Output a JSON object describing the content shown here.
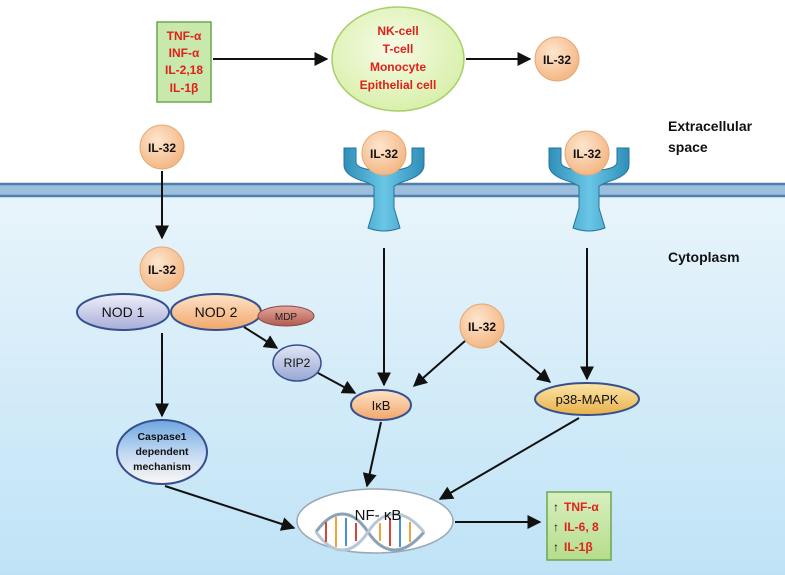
{
  "input_cytokines": [
    "TNF-α",
    "INF-α",
    "IL-2,18",
    "IL-1β"
  ],
  "cell_types": [
    "NK-cell",
    "T-cell",
    "Monocyte",
    "Epithelial cell"
  ],
  "il32_label": "IL-32",
  "compartments": {
    "extracellular_line1": "Extracellular",
    "extracellular_line2": "space",
    "cytoplasm": "Cytoplasm"
  },
  "nodes": {
    "nod1": "NOD 1",
    "nod2": "NOD 2",
    "mdp": "MDP",
    "rip2": "RIP2",
    "ikb": "IκB",
    "p38": "p38-MAPK",
    "caspase_line1": "Caspase1",
    "caspase_line2": "dependent",
    "caspase_line3": "mechanism",
    "nfkb": "NF- κB"
  },
  "outputs": {
    "arrow": "↑",
    "items": [
      "TNF-α",
      "IL-6, 8",
      "IL-1β"
    ]
  },
  "colors": {
    "cytokine_text": "#e0201a",
    "box_fill": "#c6e6a6",
    "box_stroke": "#6aa84f",
    "membrane": "#6f9cc6",
    "cytoplasm_top": "#e6f3fa",
    "cytoplasm_bottom": "#bfe3f6",
    "il32_fill": "#f7c79b",
    "receptor": "#4aaed0"
  }
}
